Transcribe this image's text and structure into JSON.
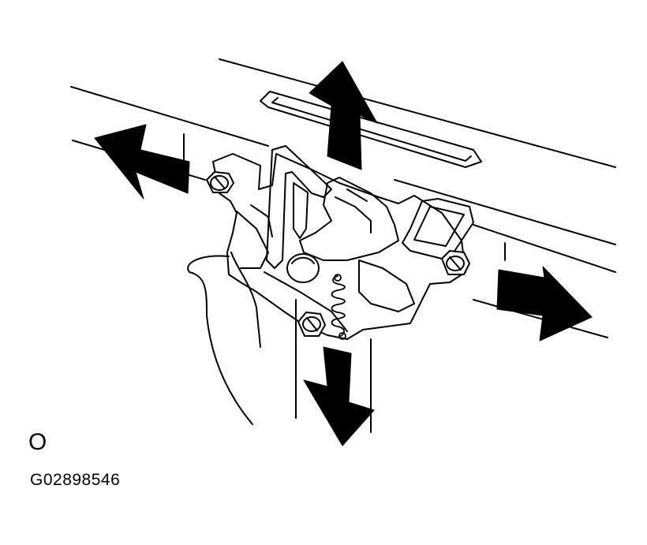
{
  "figure": {
    "view_letter": "O",
    "figure_code": "G02898546"
  },
  "arrows": [
    {
      "name": "arrow-up-icon",
      "direction": "up"
    },
    {
      "name": "arrow-down-icon",
      "direction": "down"
    },
    {
      "name": "arrow-left-icon",
      "direction": "left"
    },
    {
      "name": "arrow-right-icon",
      "direction": "right"
    }
  ],
  "colors": {
    "line": "#000000",
    "background": "#ffffff"
  }
}
